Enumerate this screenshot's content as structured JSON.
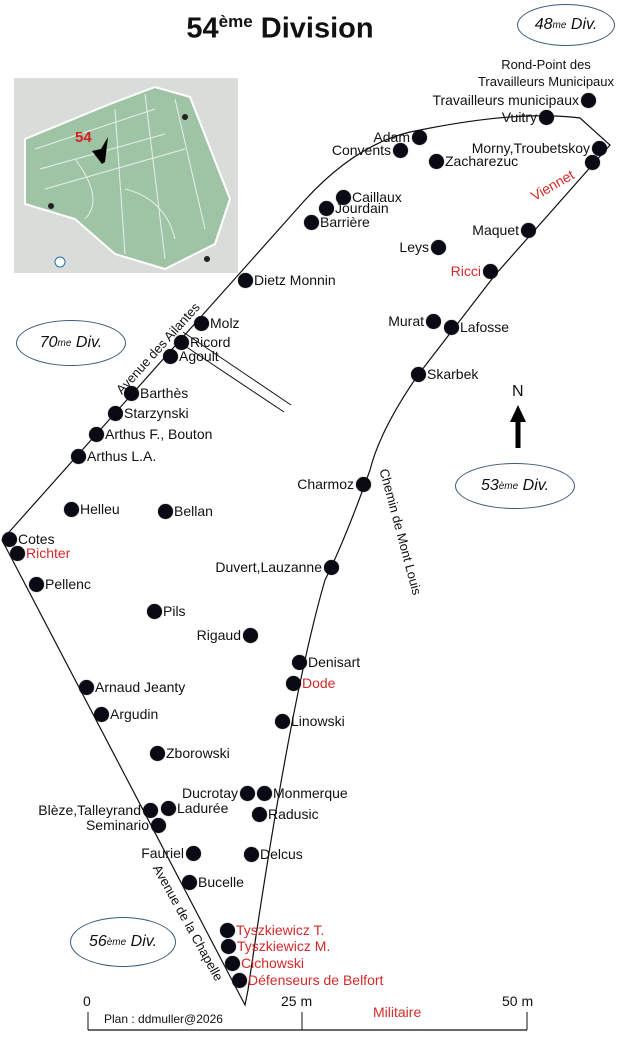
{
  "title": {
    "number": "54",
    "suffix": "ème",
    "word": "Division"
  },
  "inset_map": {
    "label": "54"
  },
  "divisions": [
    {
      "num": "48",
      "sup": "me",
      "word": "Div."
    },
    {
      "num": "70",
      "sup": "me",
      "word": "Div."
    },
    {
      "num": "53",
      "sup": "ème",
      "word": "Div."
    },
    {
      "num": "56",
      "sup": "ème",
      "word": "Div."
    }
  ],
  "roundabout": {
    "line1": "Rond-Point des",
    "line2": "Travailleurs Municipaux"
  },
  "roads": {
    "ailantes": "Avenue des Ailantes",
    "chapelle": "Avenue de la Chapelle",
    "mont_louis": "Chemin de Mont Louis"
  },
  "north": "N",
  "graves": [
    {
      "name": "Travailleurs municipaux",
      "red": false
    },
    {
      "name": "Vuitry",
      "red": false
    },
    {
      "name": "Adam",
      "red": false
    },
    {
      "name": "Convents",
      "red": false
    },
    {
      "name": "Morny,Troubetskoy",
      "red": false
    },
    {
      "name": "Zacharezuc",
      "red": false
    },
    {
      "name": "Viennet",
      "red": true
    },
    {
      "name": "Caillaux",
      "red": false
    },
    {
      "name": "Jourdain",
      "red": false
    },
    {
      "name": "Barrière",
      "red": false
    },
    {
      "name": "Maquet",
      "red": false
    },
    {
      "name": "Leys",
      "red": false
    },
    {
      "name": "Ricci",
      "red": true
    },
    {
      "name": "Dietz Monnin",
      "red": false
    },
    {
      "name": "Molz",
      "red": false
    },
    {
      "name": "Ricord",
      "red": false
    },
    {
      "name": "Agoult",
      "red": false
    },
    {
      "name": "Murat",
      "red": false
    },
    {
      "name": "Lafosse",
      "red": false
    },
    {
      "name": "Skarbek",
      "red": false
    },
    {
      "name": "Barthès",
      "red": false
    },
    {
      "name": "Starzynski",
      "red": false
    },
    {
      "name": "Arthus F., Bouton",
      "red": false
    },
    {
      "name": "Arthus L.A.",
      "red": false
    },
    {
      "name": "Charmoz",
      "red": false
    },
    {
      "name": "Helleu",
      "red": false
    },
    {
      "name": "Bellan",
      "red": false
    },
    {
      "name": "Cotes",
      "red": false
    },
    {
      "name": "Richter",
      "red": true
    },
    {
      "name": "Pellenc",
      "red": false
    },
    {
      "name": "Duvert,Lauzanne",
      "red": false
    },
    {
      "name": "Pils",
      "red": false
    },
    {
      "name": "Rigaud",
      "red": false
    },
    {
      "name": "Denisart",
      "red": false
    },
    {
      "name": "Dode",
      "red": true
    },
    {
      "name": "Arnaud Jeanty",
      "red": false
    },
    {
      "name": "Argudin",
      "red": false
    },
    {
      "name": "Linowski",
      "red": false
    },
    {
      "name": "Zborowski",
      "red": false
    },
    {
      "name": "Ducrotay",
      "red": false
    },
    {
      "name": "Monmerque",
      "red": false
    },
    {
      "name": "Radusic",
      "red": false
    },
    {
      "name": "Blèze,Talleyrand",
      "red": false
    },
    {
      "name": "Ladurée",
      "red": false
    },
    {
      "name": "Seminario",
      "red": false
    },
    {
      "name": "Fauriel",
      "red": false
    },
    {
      "name": "Delcus",
      "red": false
    },
    {
      "name": "Bucelle",
      "red": false
    },
    {
      "name": "Tyszkiewicz T.",
      "red": true
    },
    {
      "name": "Tyszkiewicz M.",
      "red": true
    },
    {
      "name": "Cichowski",
      "red": true
    },
    {
      "name": "Défenseurs de Belfort",
      "red": true
    }
  ],
  "scale": {
    "zero": "0",
    "mid": "25 m",
    "end": "50 m",
    "credit": "Plan : ddmuller@2026",
    "militaire": "Militaire"
  },
  "colors": {
    "red_label": "#d42a2a",
    "dot": "#0a0a14",
    "oval_border": "#3b5a7a"
  }
}
